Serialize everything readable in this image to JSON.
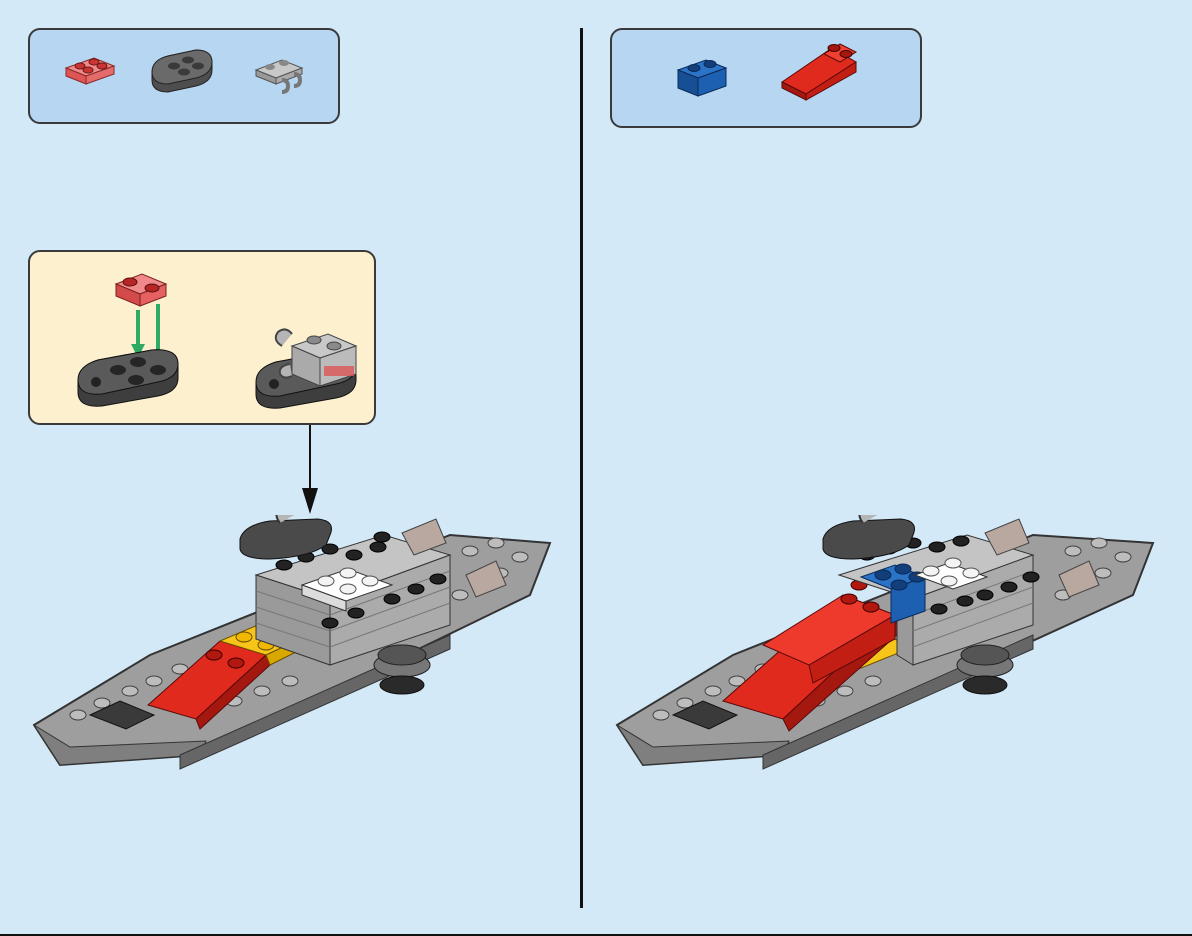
{
  "left_step": {
    "step_number": "",
    "parts": [
      {
        "name": "trans-red-plate-1x2",
        "color": "#e26a6a",
        "qty": ""
      },
      {
        "name": "dark-gray-round-plate",
        "color": "#5e5e5e",
        "qty": ""
      },
      {
        "name": "light-gray-clip-plate",
        "color": "#a8a8a8",
        "qty": ""
      }
    ],
    "submodel_colors": {
      "trans_red": "#d9534f",
      "dark_gray": "#4a4a4a",
      "light_gray": "#a9a9a9",
      "arrow": "#2eaa62"
    }
  },
  "right_step": {
    "step_number": "",
    "parts": [
      {
        "name": "blue-brick-1x2",
        "color": "#1d5fb0",
        "qty": ""
      },
      {
        "name": "red-slope-brick",
        "color": "#e02a1e",
        "qty": ""
      }
    ]
  },
  "colors": {
    "page_bg": "#d3e9f8",
    "parts_box": "#b7d6f1",
    "submodel_box": "#fdf0cf",
    "hull_gray": "#9e9e9e",
    "yellow": "#f7c51a",
    "white": "#ffffff",
    "black": "#111111"
  }
}
